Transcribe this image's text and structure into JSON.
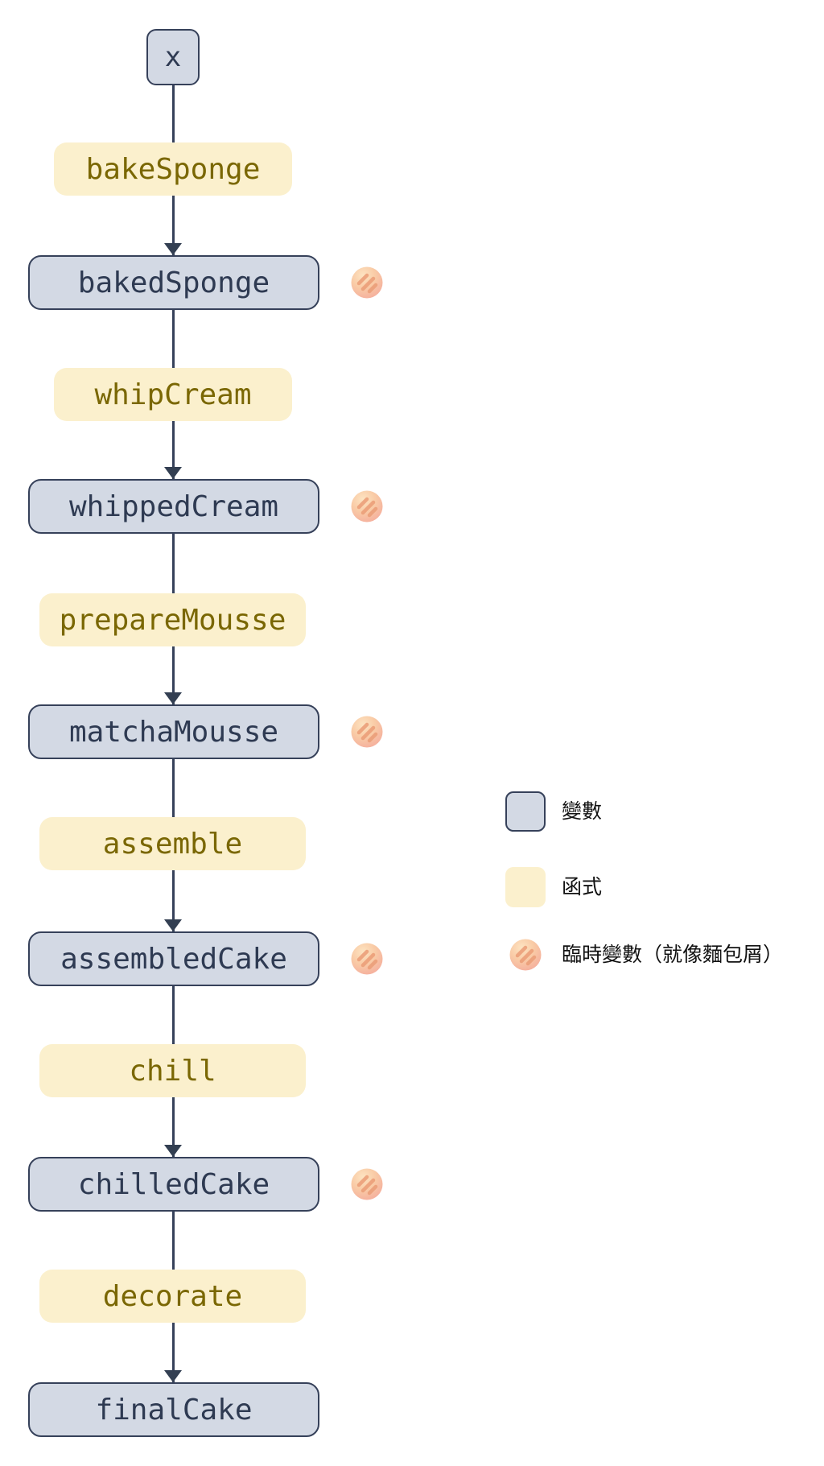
{
  "flow": {
    "start_label": "x",
    "steps": [
      {
        "function": "bakeSponge",
        "variable": "bakedSponge",
        "crumb": true
      },
      {
        "function": "whipCream",
        "variable": "whippedCream",
        "crumb": true
      },
      {
        "function": "prepareMousse",
        "variable": "matchaMousse",
        "crumb": true
      },
      {
        "function": "assemble",
        "variable": "assembledCake",
        "crumb": true
      },
      {
        "function": "chill",
        "variable": "chilledCake",
        "crumb": true
      },
      {
        "function": "decorate",
        "variable": "finalCake",
        "crumb": false
      }
    ]
  },
  "legend": {
    "variable_label": "變數",
    "function_label": "函式",
    "temp_label": "臨時變數（就像麵包屑）"
  },
  "icons": {
    "temp_variable": "cookie-icon"
  },
  "colors": {
    "background": "#ffffff",
    "variable_fill": "#d3d9e4",
    "variable_border": "#36415a",
    "variable_text": "#2e3a52",
    "function_fill": "#fbf0cd",
    "function_text": "#7a6703",
    "edge": "#36415a",
    "legend_text": "#111111",
    "cookie_light": "#fcdcb2",
    "cookie_dark": "#f5ab9c",
    "cookie_stripe": "#eb9d77"
  }
}
